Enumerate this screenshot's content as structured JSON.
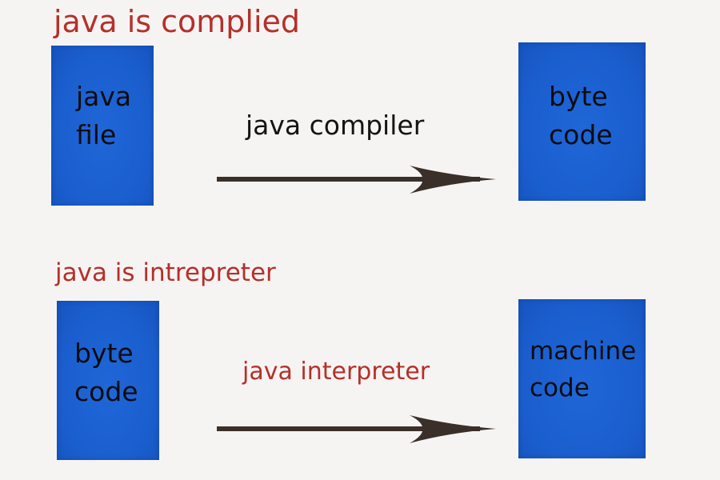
{
  "colors": {
    "heading": "#b5302a",
    "box_fill": "#1b5fcf",
    "box_text": "#0c0c10",
    "arrow": "#3a2f29",
    "label_dark": "#141414",
    "label_red": "#b5302a",
    "background": "#f6f4f3"
  },
  "section_compiled": {
    "heading": "java is complied",
    "source_box": {
      "line1": "java",
      "line2": "file"
    },
    "arrow_label": "java compiler",
    "target_box": {
      "line1": "byte",
      "line2": "code"
    }
  },
  "section_interpreted": {
    "heading": "java is intrepreter",
    "source_box": {
      "line1": "byte",
      "line2": "code"
    },
    "arrow_label": "java interpreter",
    "target_box": {
      "line1": "machine",
      "line2": "code"
    }
  }
}
